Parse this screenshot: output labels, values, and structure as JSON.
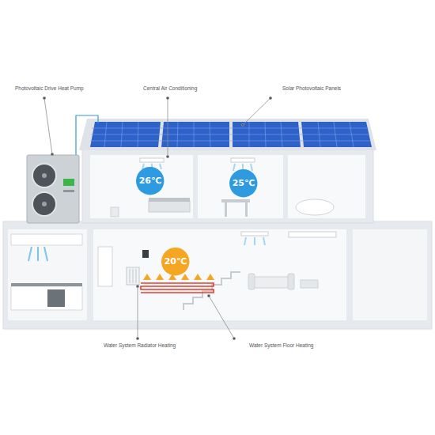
{
  "diagram": {
    "nodes": [
      {
        "text": [
          "26℃"
        ]
      },
      {
        "text": [
          "25℃"
        ]
      },
      {
        "text": [
          "20℃"
        ]
      }
    ],
    "labels": [
      "Photovoltaic Drive Heat Pump",
      "Central Air Conditioning",
      "Solar Photovoltaic Panels",
      "Water System Radiator Heating",
      "Water System Floor Heating"
    ]
  }
}
